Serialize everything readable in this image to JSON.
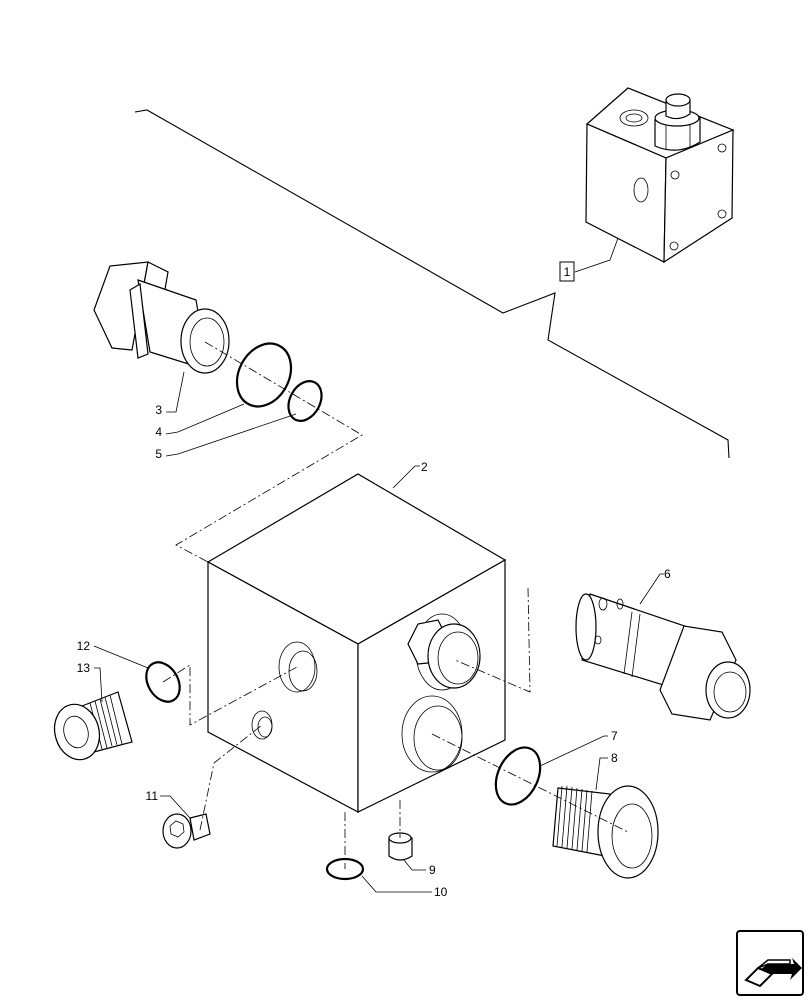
{
  "callouts": [
    {
      "id": "c1",
      "text": "1"
    },
    {
      "id": "c2",
      "text": "2"
    },
    {
      "id": "c3",
      "text": "3"
    },
    {
      "id": "c4",
      "text": "4"
    },
    {
      "id": "c5",
      "text": "5"
    },
    {
      "id": "c6",
      "text": "6"
    },
    {
      "id": "c7",
      "text": "7"
    },
    {
      "id": "c8",
      "text": "8"
    },
    {
      "id": "c9",
      "text": "9"
    },
    {
      "id": "c10",
      "text": "10"
    },
    {
      "id": "c11",
      "text": "11"
    },
    {
      "id": "c12",
      "text": "12"
    },
    {
      "id": "c13",
      "text": "13"
    }
  ],
  "nav": {
    "icon": "next-page-arrow-icon"
  }
}
